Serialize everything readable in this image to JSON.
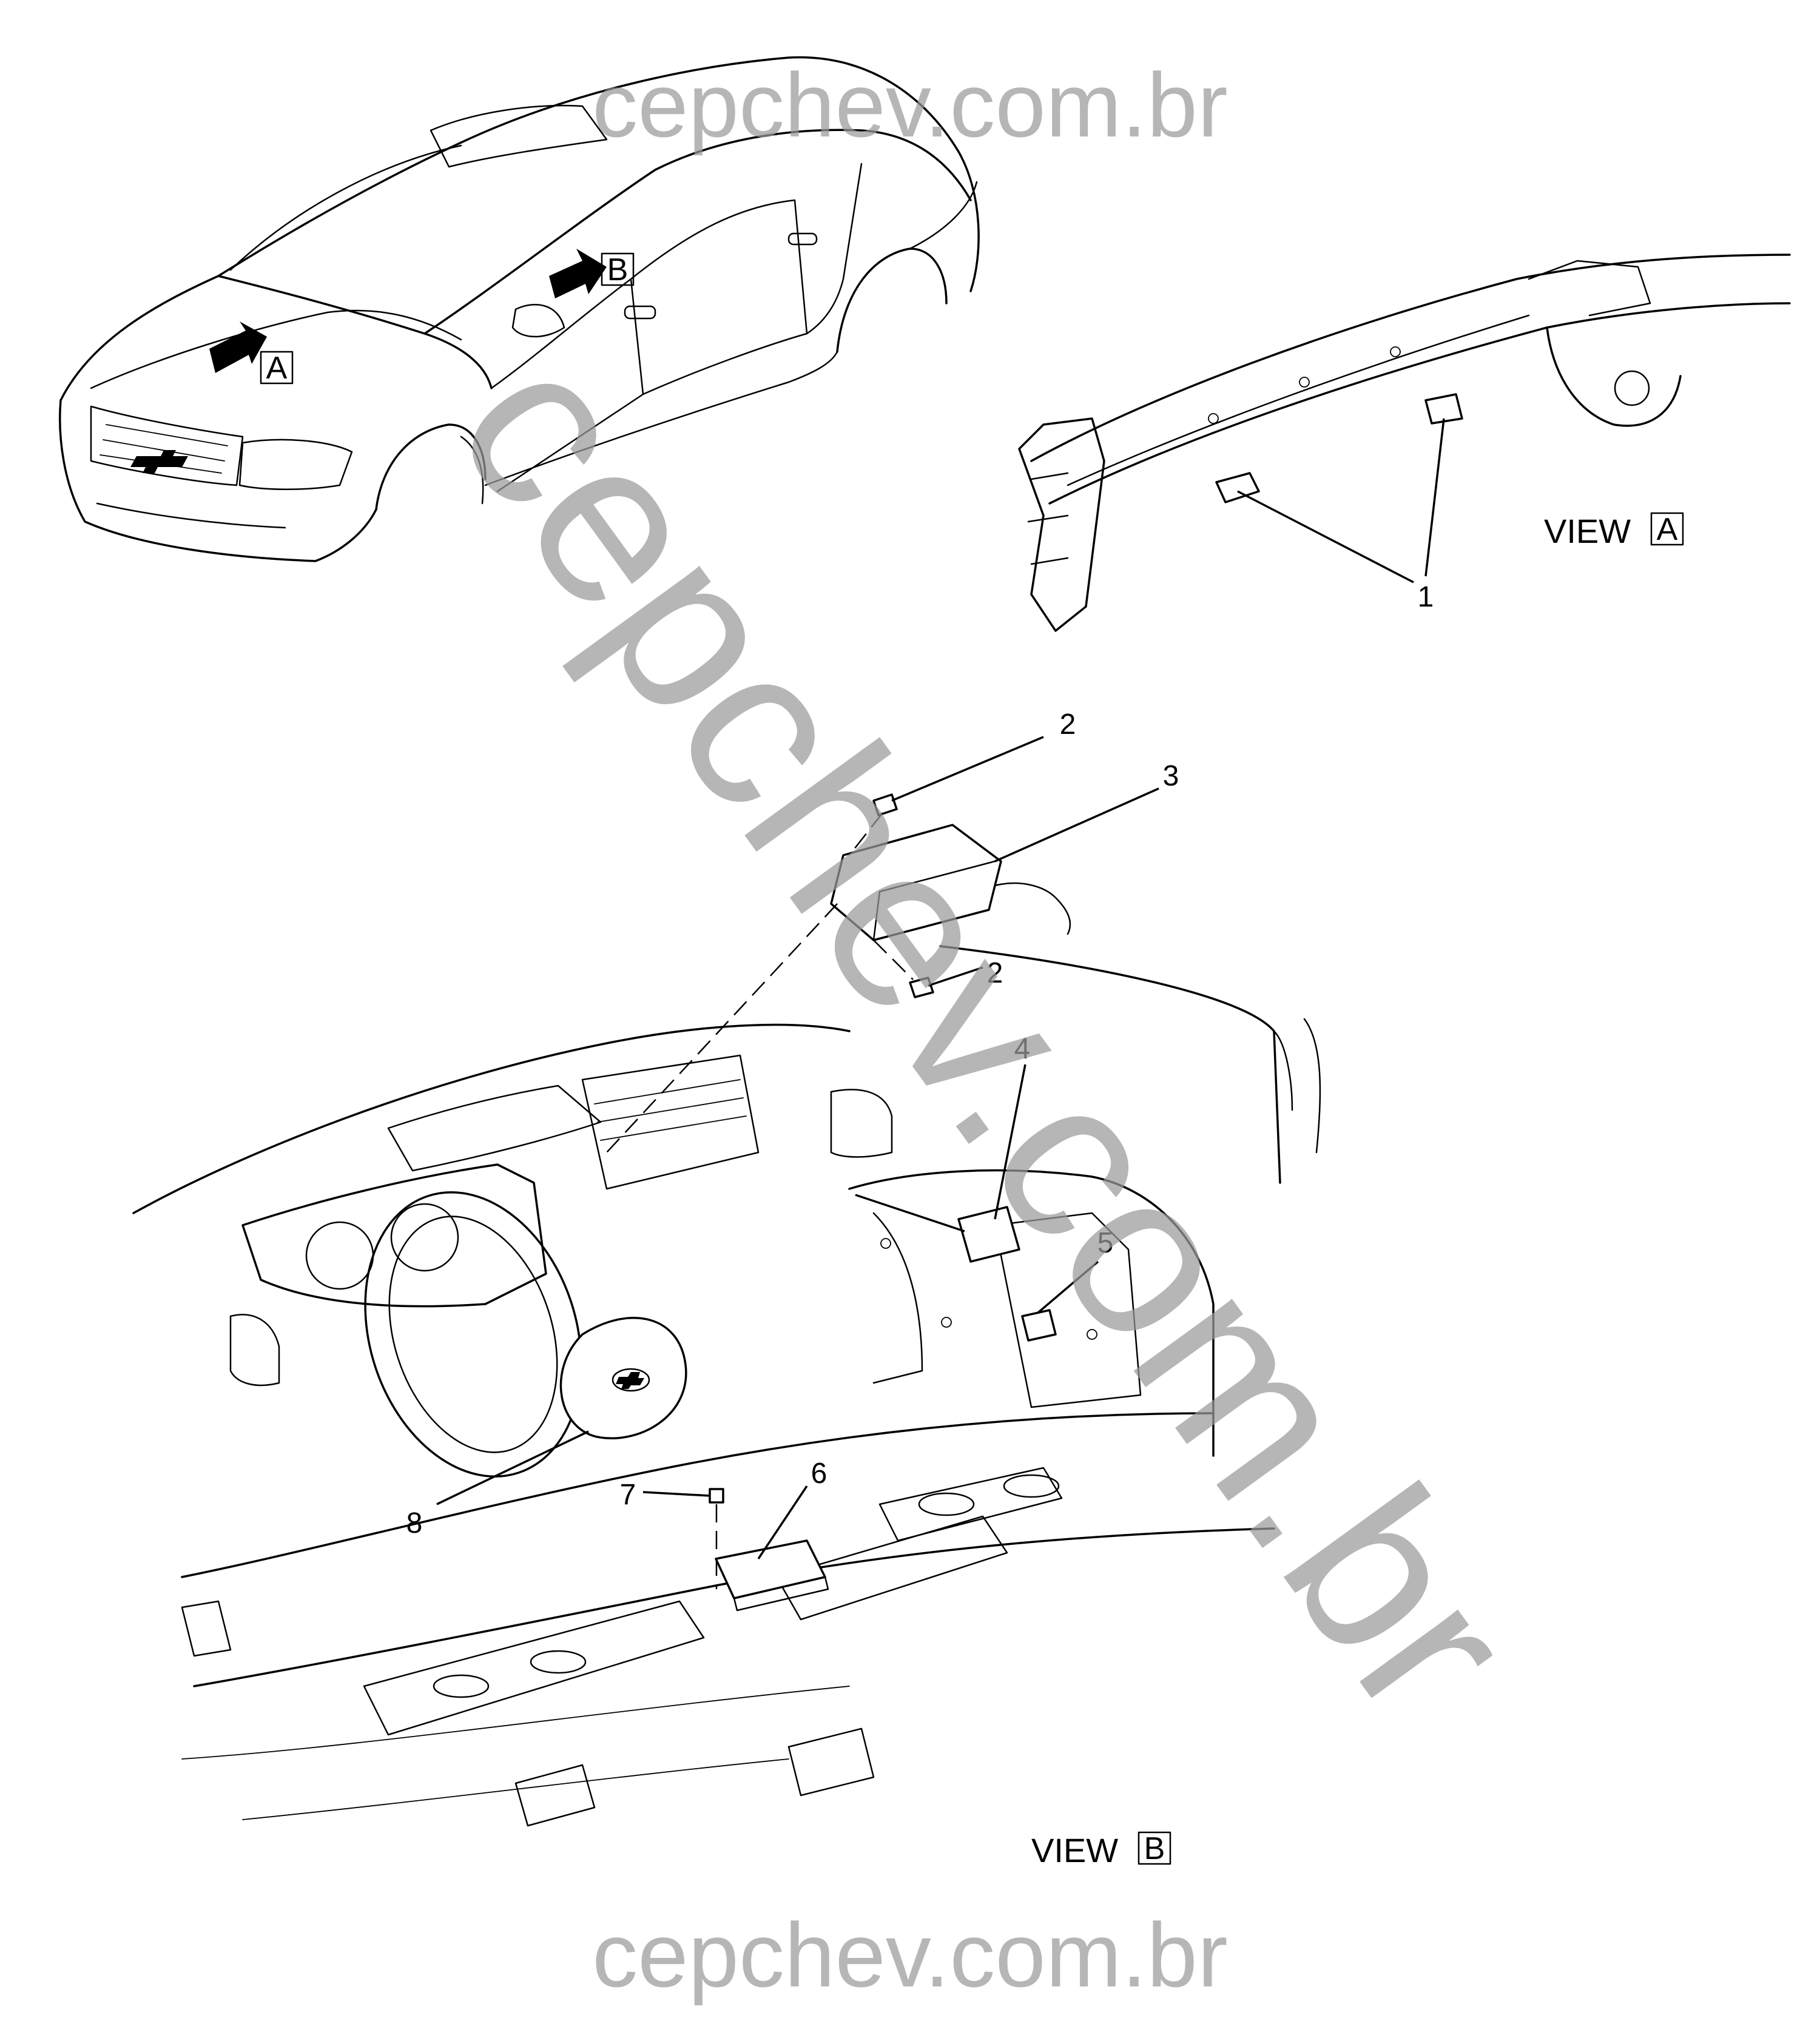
{
  "watermark": {
    "top": "cepchev.com.br",
    "bottom": "cepchev.com.br",
    "diagonal": "cepchev.com.br"
  },
  "views": {
    "a": {
      "label": "VIEW",
      "letter": "A"
    },
    "b": {
      "label": "VIEW",
      "letter": "B"
    }
  },
  "car_arrows": {
    "a": {
      "letter": "A"
    },
    "b": {
      "letter": "B"
    }
  },
  "callouts": {
    "c1": "1",
    "c2a": "2",
    "c2b": "2",
    "c3": "3",
    "c4": "4",
    "c5": "5",
    "c6": "6",
    "c7": "7",
    "c8": "8"
  },
  "colors": {
    "line": "#000000",
    "watermark": "#9a9a9a",
    "background": "#ffffff"
  }
}
